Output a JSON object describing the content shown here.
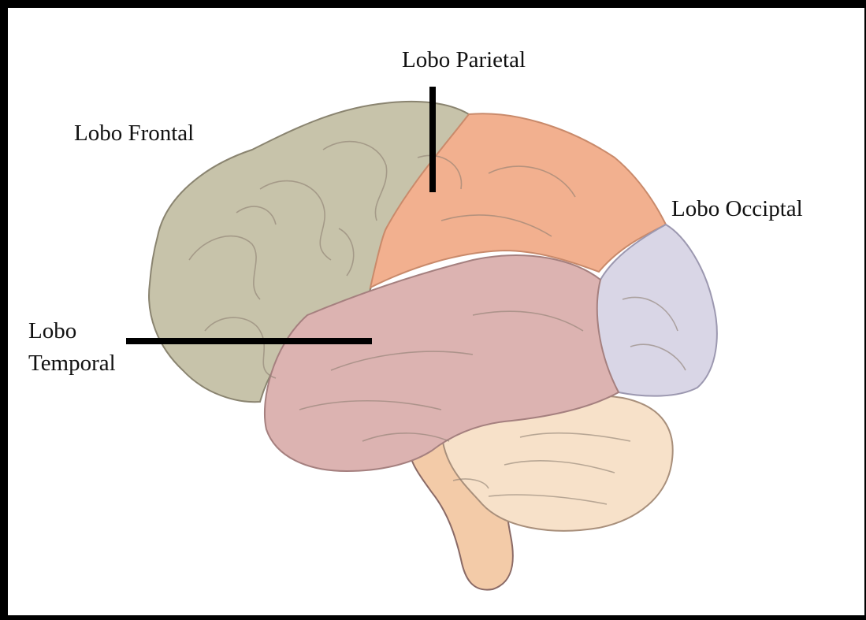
{
  "labels": {
    "parietal": "Lobo Parietal",
    "frontal": "Lobo Frontal",
    "occipital": "Lobo Occiptal",
    "temporal_line1": "Lobo",
    "temporal_line2": "Temporal"
  },
  "colors": {
    "frontal": "#c7c3aa",
    "parietal": "#f2b08f",
    "occipital": "#d9d6e6",
    "temporal": "#dcb3b1",
    "cerebellum": "#f7e1c9",
    "brainstem": "#f3cba8",
    "outline": "#8a6a66",
    "pointer": "#000000"
  }
}
